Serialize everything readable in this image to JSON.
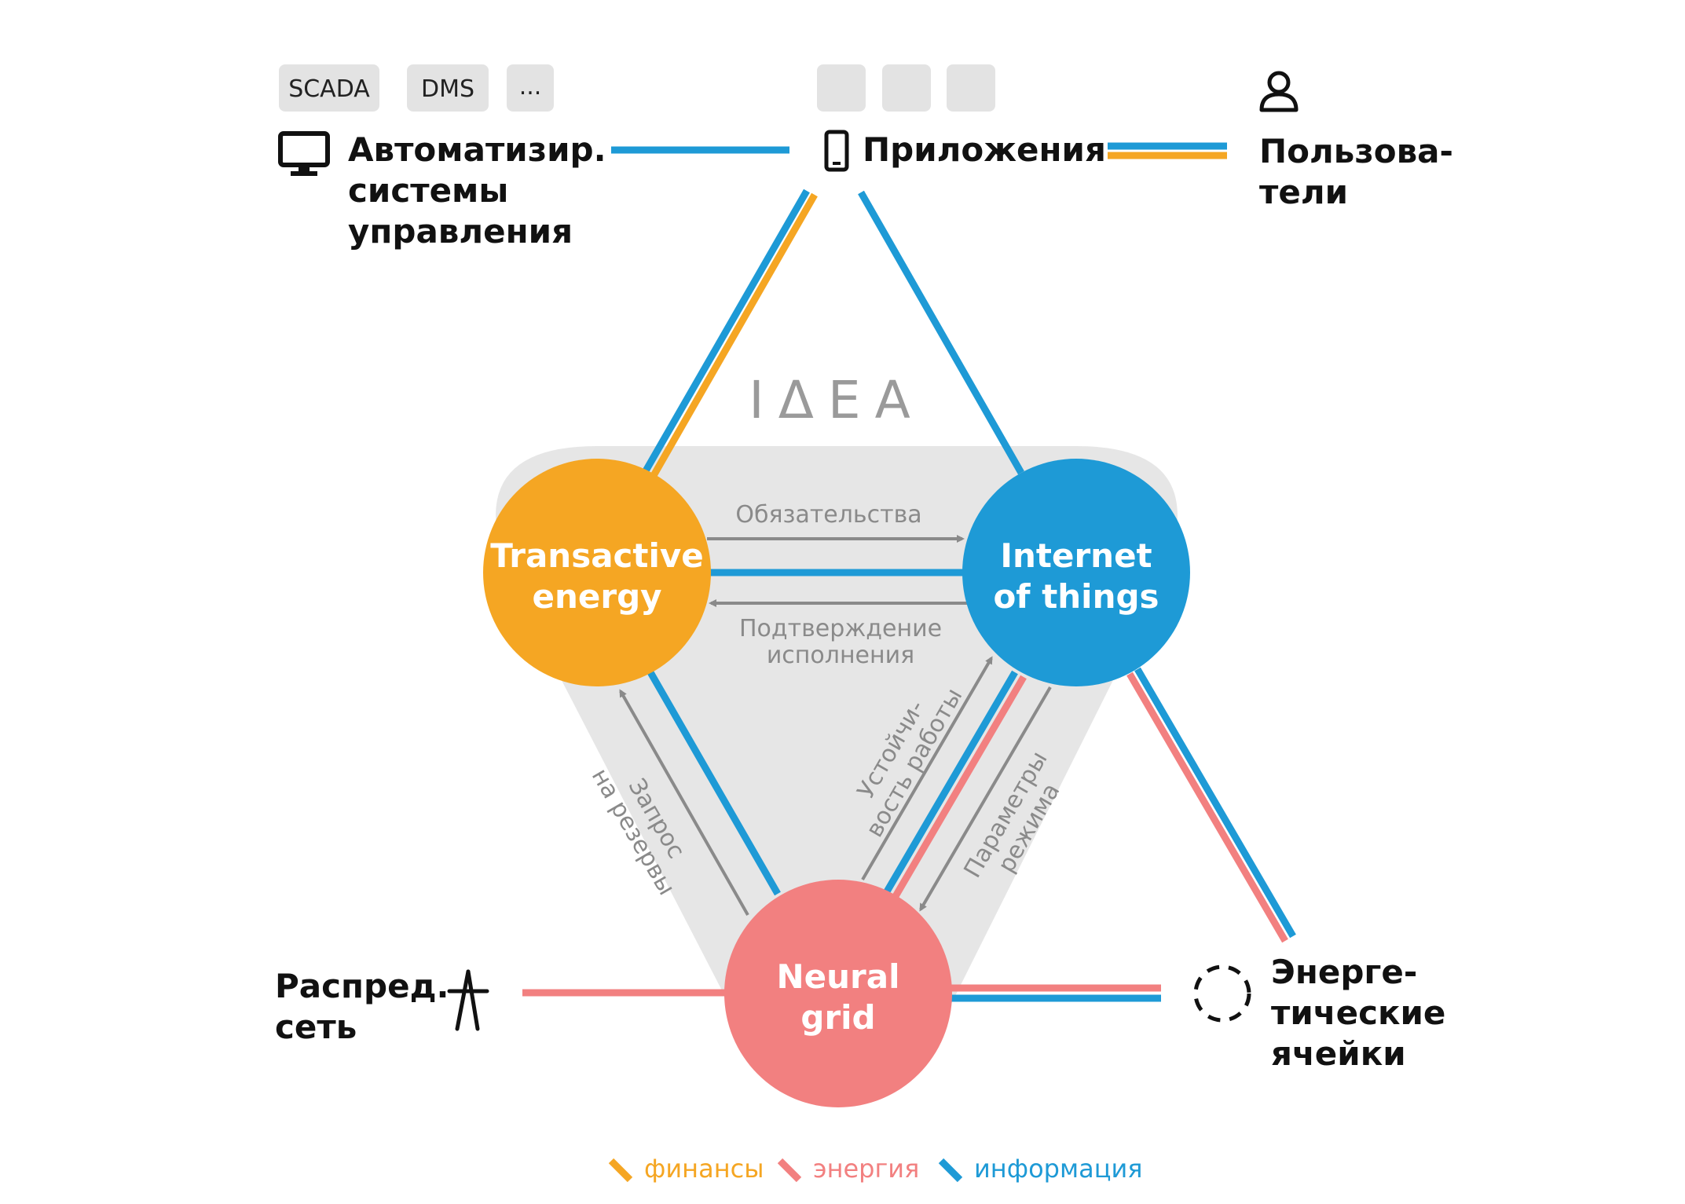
{
  "colors": {
    "finance": "#F5A623",
    "energy": "#F28080",
    "information": "#1E9AD6",
    "platform": "#E6E6E6",
    "flow_arrow": "#8A8A8A",
    "chip": "#E3E3E3"
  },
  "top": {
    "systems": {
      "chips": [
        "SCADA",
        "DMS",
        "..."
      ],
      "label_lines": [
        "Автоматизир.",
        "системы",
        "управления"
      ],
      "icon": "monitor-icon"
    },
    "apps": {
      "label": "Приложения",
      "icon": "smartphone-icon"
    },
    "users": {
      "label_lines": [
        "Пользова-",
        "тели"
      ],
      "icon": "user-icon"
    }
  },
  "logo": "IΔEA",
  "nodes": {
    "transactive": {
      "lines": [
        "Transactive",
        "energy"
      ]
    },
    "iot": {
      "lines": [
        "Internet",
        "of things"
      ]
    },
    "grid": {
      "lines": [
        "Neural",
        "grid"
      ]
    }
  },
  "flows": {
    "obligations": "Обязательства",
    "confirmation": [
      "Подтверждение",
      "исполнения"
    ],
    "reserve_request": [
      "Запрос",
      "на резервы"
    ],
    "stability": [
      "Устойчи-",
      "вость работы"
    ],
    "mode_params": [
      "Параметры",
      "режима"
    ]
  },
  "bottom": {
    "distribution": {
      "label_lines": [
        "Распред.",
        "сеть"
      ],
      "icon": "power-pylon-icon"
    },
    "cells": {
      "label_lines": [
        "Энерге-",
        "тические",
        "ячейки"
      ],
      "icon": "dashed-circle-icon"
    }
  },
  "legend": [
    {
      "label": "финансы",
      "color": "#F5A623"
    },
    {
      "label": "энергия",
      "color": "#F28080"
    },
    {
      "label": "информация",
      "color": "#1E9AD6"
    }
  ]
}
